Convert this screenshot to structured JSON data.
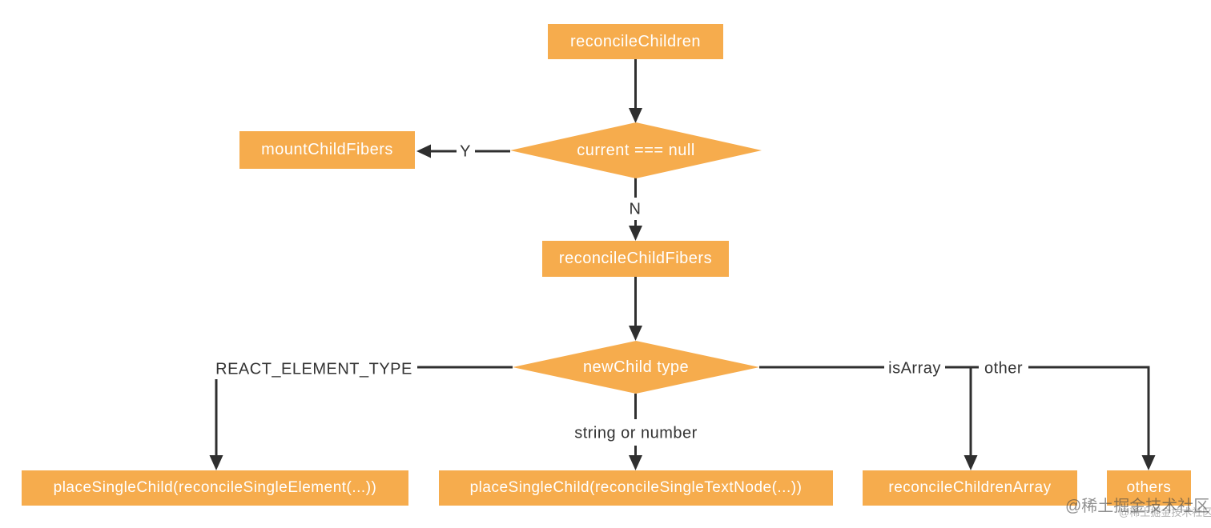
{
  "diagram": {
    "nodes": {
      "reconcile_children": "reconcileChildren",
      "current_null": "current === null",
      "mount_child_fibers": "mountChildFibers",
      "reconcile_child_fibers": "reconcileChildFibers",
      "new_child_type": "newChild type",
      "place_single_element": "placeSingleChild(reconcileSingleElement(...))",
      "place_single_text_node": "placeSingleChild(reconcileSingleTextNode(...))",
      "reconcile_children_array": "reconcileChildrenArray",
      "others": "others"
    },
    "edge_labels": {
      "yes": "Y",
      "no": "N",
      "react_element_type": "REACT_ELEMENT_TYPE",
      "string_or_number": "string or number",
      "is_array": "isArray",
      "other": "other"
    },
    "colors": {
      "node_fill": "#F6AC4D",
      "node_text": "#FFFFFF",
      "edge_line": "#2F2F2F",
      "edge_label_text": "#333333",
      "background": "#FFFFFF",
      "watermark": "#707070"
    },
    "watermark": {
      "large": "@稀土掘金技术社区",
      "small": "@稀土掘金技术社区"
    }
  }
}
